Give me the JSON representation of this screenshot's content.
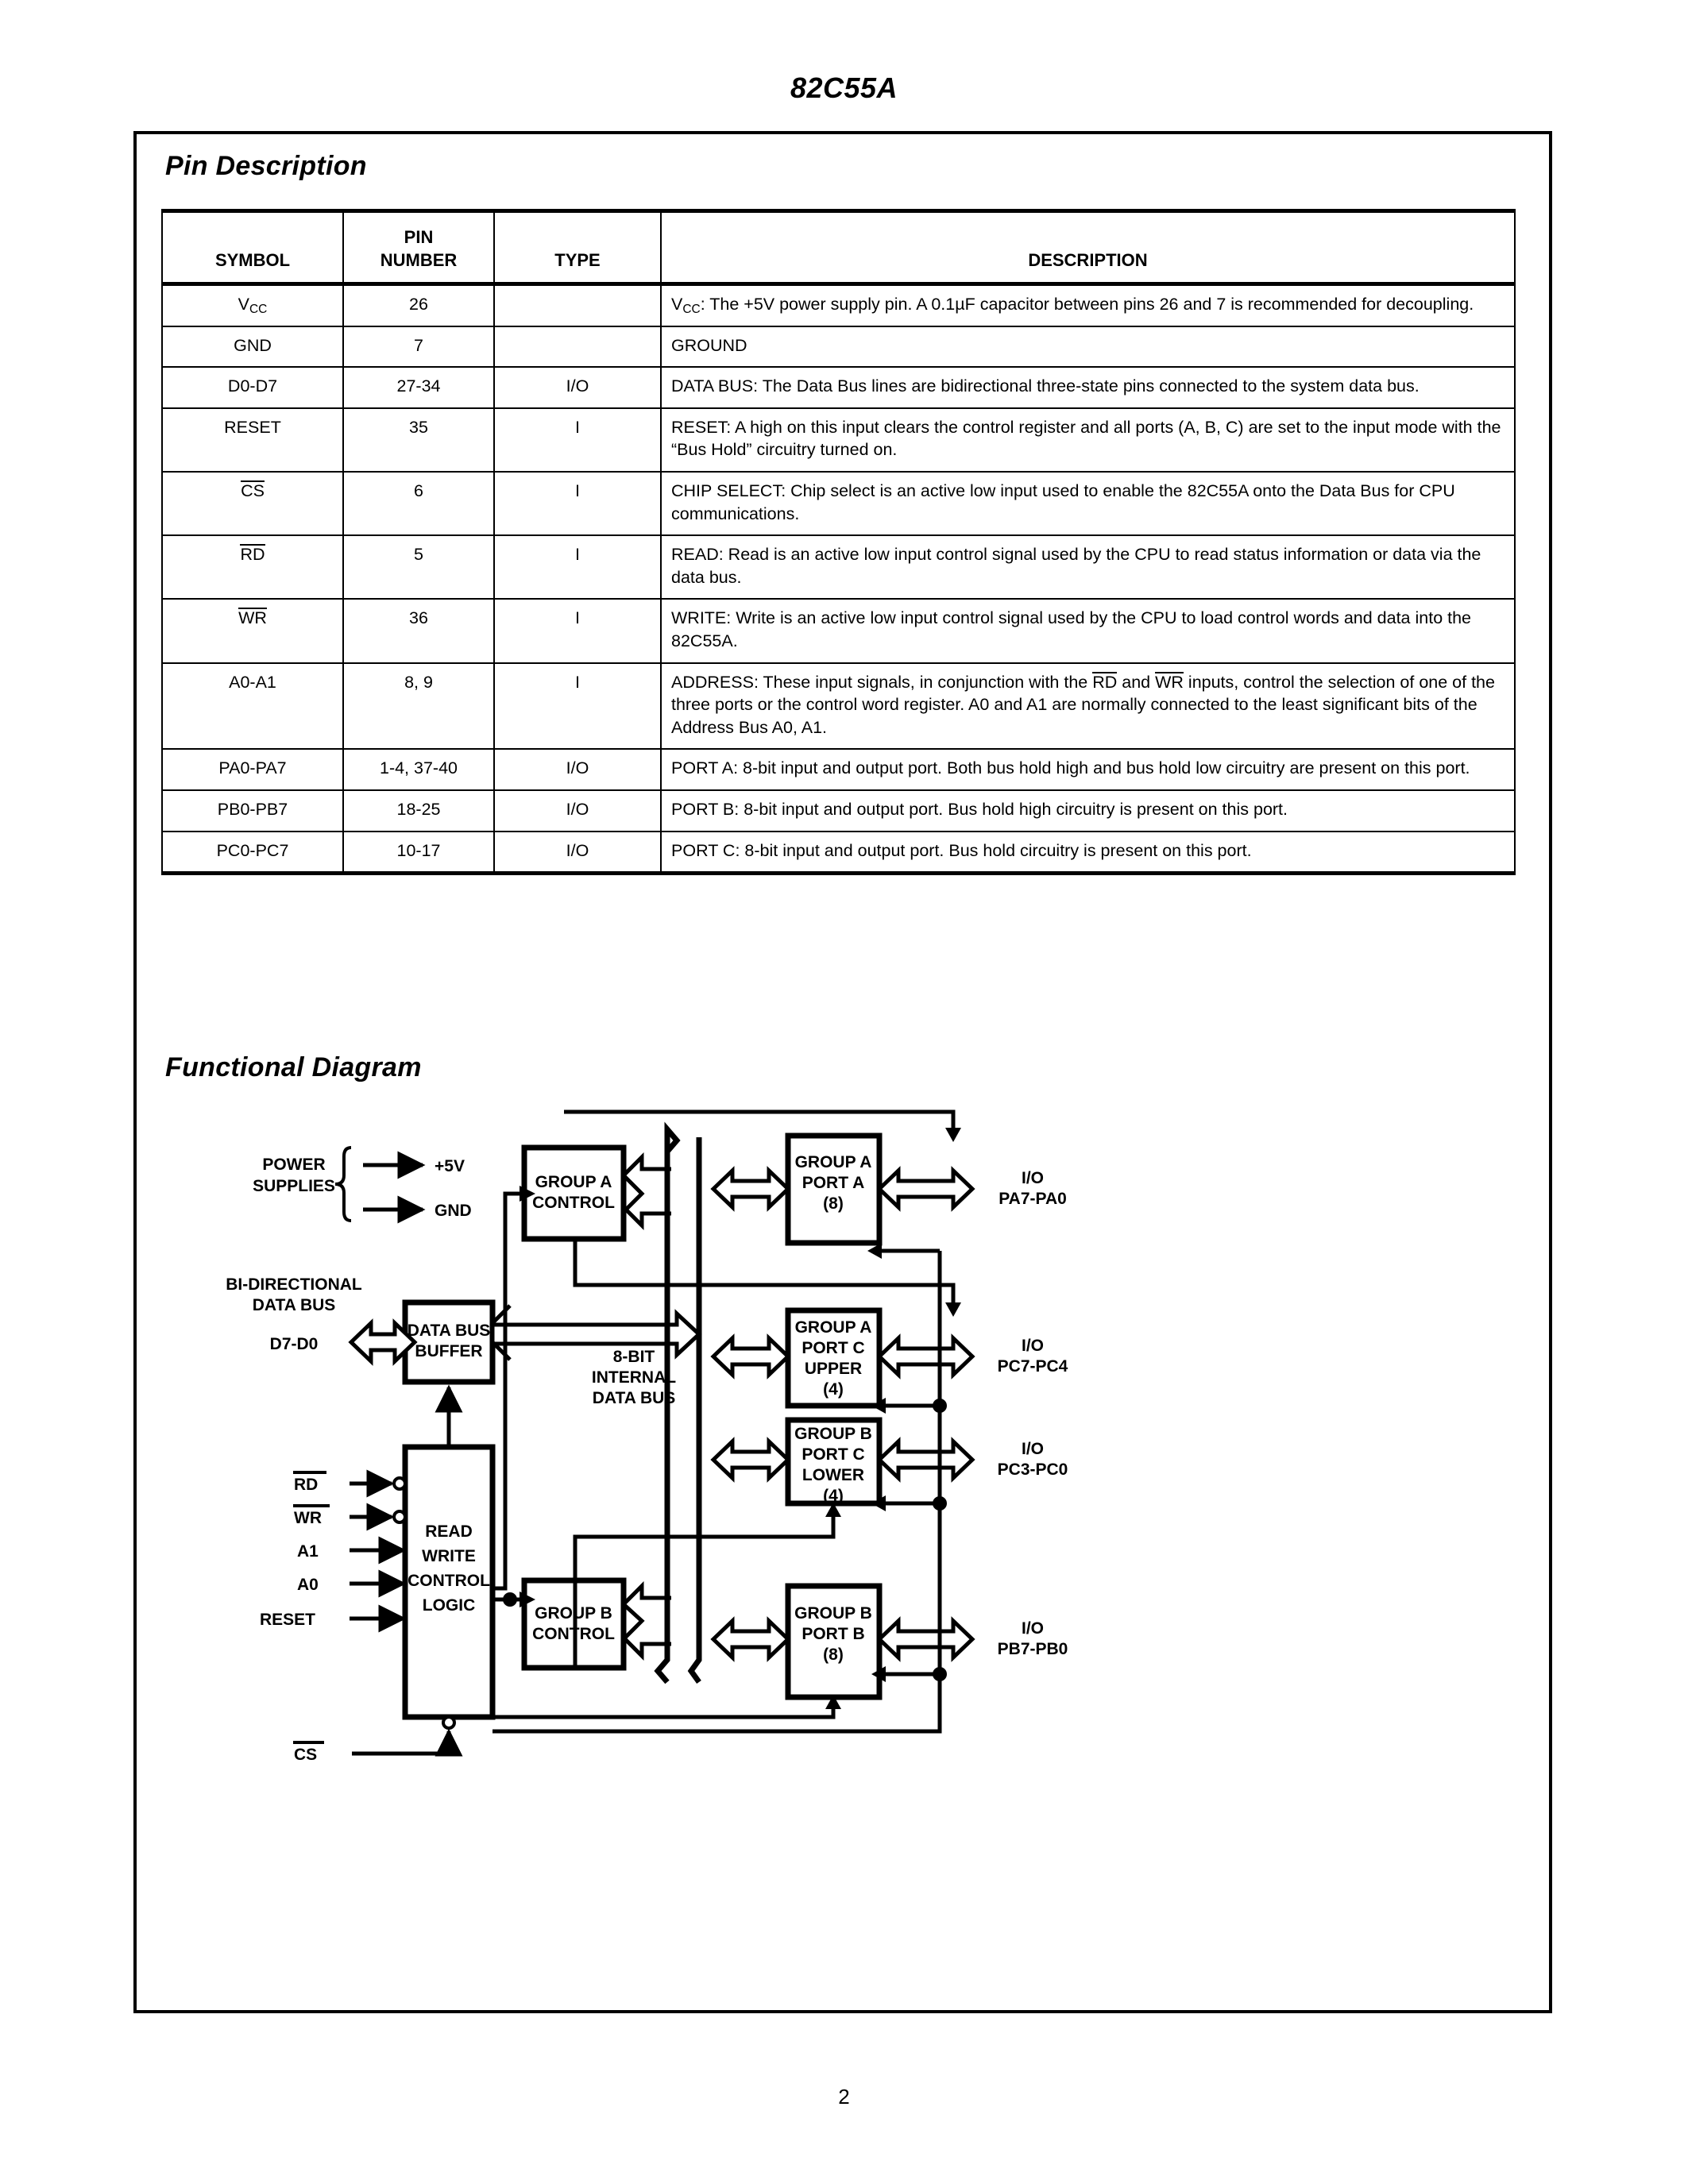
{
  "header": {
    "part_number": "82C55A"
  },
  "page_number": "2",
  "sections": {
    "pin_description_title": "Pin Description",
    "functional_diagram_title": "Functional Diagram"
  },
  "pin_table": {
    "headers": {
      "symbol": "SYMBOL",
      "pin_number_line1": "PIN",
      "pin_number_line2": "NUMBER",
      "type": "TYPE",
      "description": "DESCRIPTION"
    },
    "rows": [
      {
        "symbol": "VCC",
        "symbol_base": "V",
        "symbol_sub": "CC",
        "overline": false,
        "pin": "26",
        "type": "",
        "description": "VCC:  The +5V power supply pin. A 0.1µF capacitor between pins 26 and 7 is recommended for decoupling.",
        "desc_prefix_base": "V",
        "desc_prefix_sub": "CC",
        "desc_rest": ":  The +5V power supply pin. A 0.1µF capacitor between pins 26 and 7 is recommended for decoupling."
      },
      {
        "symbol": "GND",
        "overline": false,
        "pin": "7",
        "type": "",
        "description": "GROUND"
      },
      {
        "symbol": "D0-D7",
        "overline": false,
        "pin": "27-34",
        "type": "I/O",
        "description": "DATA BUS:  The Data Bus lines are bidirectional three-state pins connected to the system data bus."
      },
      {
        "symbol": "RESET",
        "overline": false,
        "pin": "35",
        "type": "I",
        "description": "RESET:  A high on this input clears the control register and all ports (A, B, C) are set to the input mode with the “Bus Hold” circuitry turned on."
      },
      {
        "symbol": "CS",
        "overline": true,
        "pin": "6",
        "type": "I",
        "description": "CHIP SELECT:  Chip select is an active low input used to enable the 82C55A onto the Data Bus for CPU communications."
      },
      {
        "symbol": "RD",
        "overline": true,
        "pin": "5",
        "type": "I",
        "description": "READ:  Read is an active low input control signal used by the CPU to read status information or data via the data bus."
      },
      {
        "symbol": "WR",
        "overline": true,
        "pin": "36",
        "type": "I",
        "description": "WRITE:  Write is an active low input control signal used by the CPU to load control words and data into the 82C55A."
      },
      {
        "symbol": "A0-A1",
        "overline": false,
        "pin": "8, 9",
        "type": "I",
        "description_part1": "ADDRESS:  These input signals, in conjunction with the ",
        "description_ovl1": "RD",
        "description_part2": " and ",
        "description_ovl2": "WR",
        "description_part3": " inputs, control the selection of one of the three ports or the control word register. A0 and A1 are normally connected to the least significant bits of the Address Bus A0, A1."
      },
      {
        "symbol": "PA0-PA7",
        "overline": false,
        "pin": "1-4, 37-40",
        "type": "I/O",
        "description": "PORT A:  8-bit input and output port. Both bus hold high and bus hold low circuitry are present on this port."
      },
      {
        "symbol": "PB0-PB7",
        "overline": false,
        "pin": "18-25",
        "type": "I/O",
        "description": "PORT B:  8-bit input and output port. Bus hold high circuitry is present on this port."
      },
      {
        "symbol": "PC0-PC7",
        "overline": false,
        "pin": "10-17",
        "type": "I/O",
        "description": "PORT C:  8-bit input and output port. Bus hold circuitry is present on this port."
      }
    ]
  },
  "functional_diagram": {
    "power_supplies_label_line1": "POWER",
    "power_supplies_label_line2": "SUPPLIES",
    "power_plus5v": "+5V",
    "power_gnd": "GND",
    "bidir_label_line1": "BI-DIRECTIONAL",
    "bidir_label_line2": "DATA BUS",
    "data_pins_label": "D7-D0",
    "internal_bus_line1": "8-BIT",
    "internal_bus_line2": "INTERNAL",
    "internal_bus_line3": "DATA BUS",
    "blocks": {
      "data_bus_buffer": [
        "DATA BUS",
        "BUFFER"
      ],
      "group_a_control": [
        "GROUP A",
        "CONTROL"
      ],
      "group_b_control": [
        "GROUP B",
        "CONTROL"
      ],
      "read_write_control_logic": [
        "READ",
        "WRITE",
        "CONTROL",
        "LOGIC"
      ],
      "group_a_port_a": [
        "GROUP A",
        "PORT A",
        "(8)"
      ],
      "group_a_port_c_upper": [
        "GROUP A",
        "PORT C",
        "UPPER",
        "(4)"
      ],
      "group_b_port_c_lower": [
        "GROUP B",
        "PORT C",
        "LOWER",
        "(4)"
      ],
      "group_b_port_b": [
        "GROUP B",
        "PORT B",
        "(8)"
      ]
    },
    "control_inputs": {
      "rd": "RD",
      "wr": "WR",
      "a1": "A1",
      "a0": "A0",
      "reset": "RESET",
      "cs": "CS"
    },
    "io_labels": {
      "port_a": [
        "I/O",
        "PA7-PA0"
      ],
      "port_c_upper": [
        "I/O",
        "PC7-PC4"
      ],
      "port_c_lower": [
        "I/O",
        "PC3-PC0"
      ],
      "port_b": [
        "I/O",
        "PB7-PB0"
      ]
    }
  }
}
